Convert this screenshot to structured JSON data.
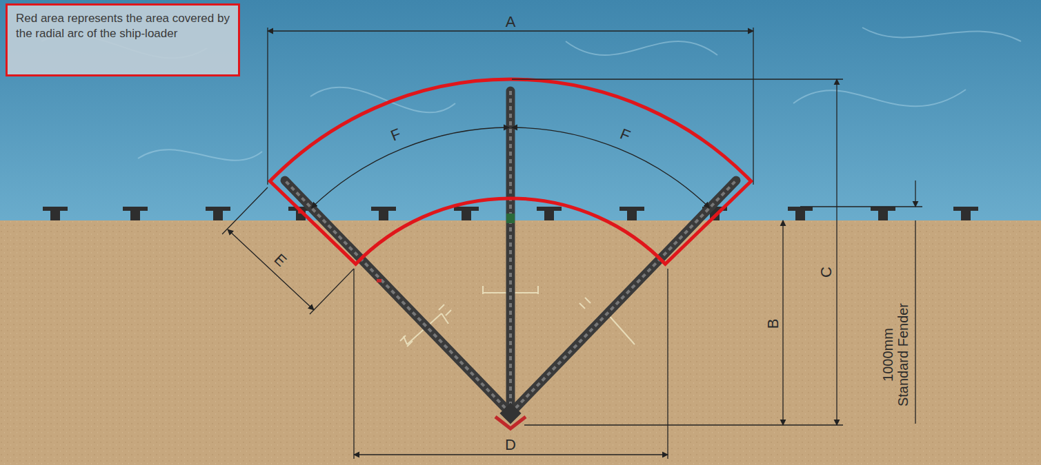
{
  "diagram": {
    "nodes": [
      {
        "text": [
          "Red area represents the area covered by the radial arc of the ship-loader"
        ]
      }
    ],
    "labels": [
      "A",
      "F",
      "F",
      "E",
      "B",
      "C",
      "D",
      "1000mm Standard Fender"
    ]
  }
}
